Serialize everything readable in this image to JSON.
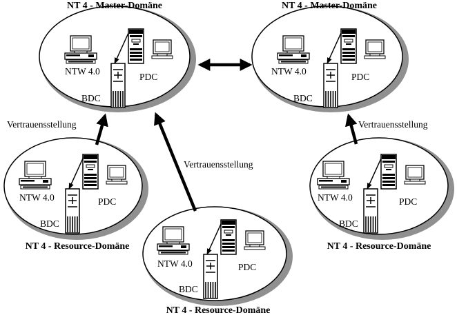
{
  "domains": {
    "master_left": {
      "title": "NT 4 - Master-Domäne",
      "ntw": "NTW 4.0",
      "pdc": "PDC",
      "bdc": "BDC"
    },
    "master_right": {
      "title": "NT 4 - Master-Domäne",
      "ntw": "NTW 4.0",
      "pdc": "PDC",
      "bdc": "BDC"
    },
    "resource_left": {
      "title": "NT 4 - Resource-Domäne",
      "ntw": "NTW 4.0",
      "pdc": "PDC",
      "bdc": "BDC"
    },
    "resource_center": {
      "title": "NT 4 - Resource-Domäne",
      "ntw": "NTW 4.0",
      "pdc": "PDC",
      "bdc": "BDC"
    },
    "resource_right": {
      "title": "NT 4 - Resource-Domäne",
      "ntw": "NTW 4.0",
      "pdc": "PDC",
      "bdc": "BDC"
    }
  },
  "trusts": {
    "left": "Vertrauensstellung",
    "center": "Vertrauensstellung",
    "right": "Vertrauensstellung"
  }
}
